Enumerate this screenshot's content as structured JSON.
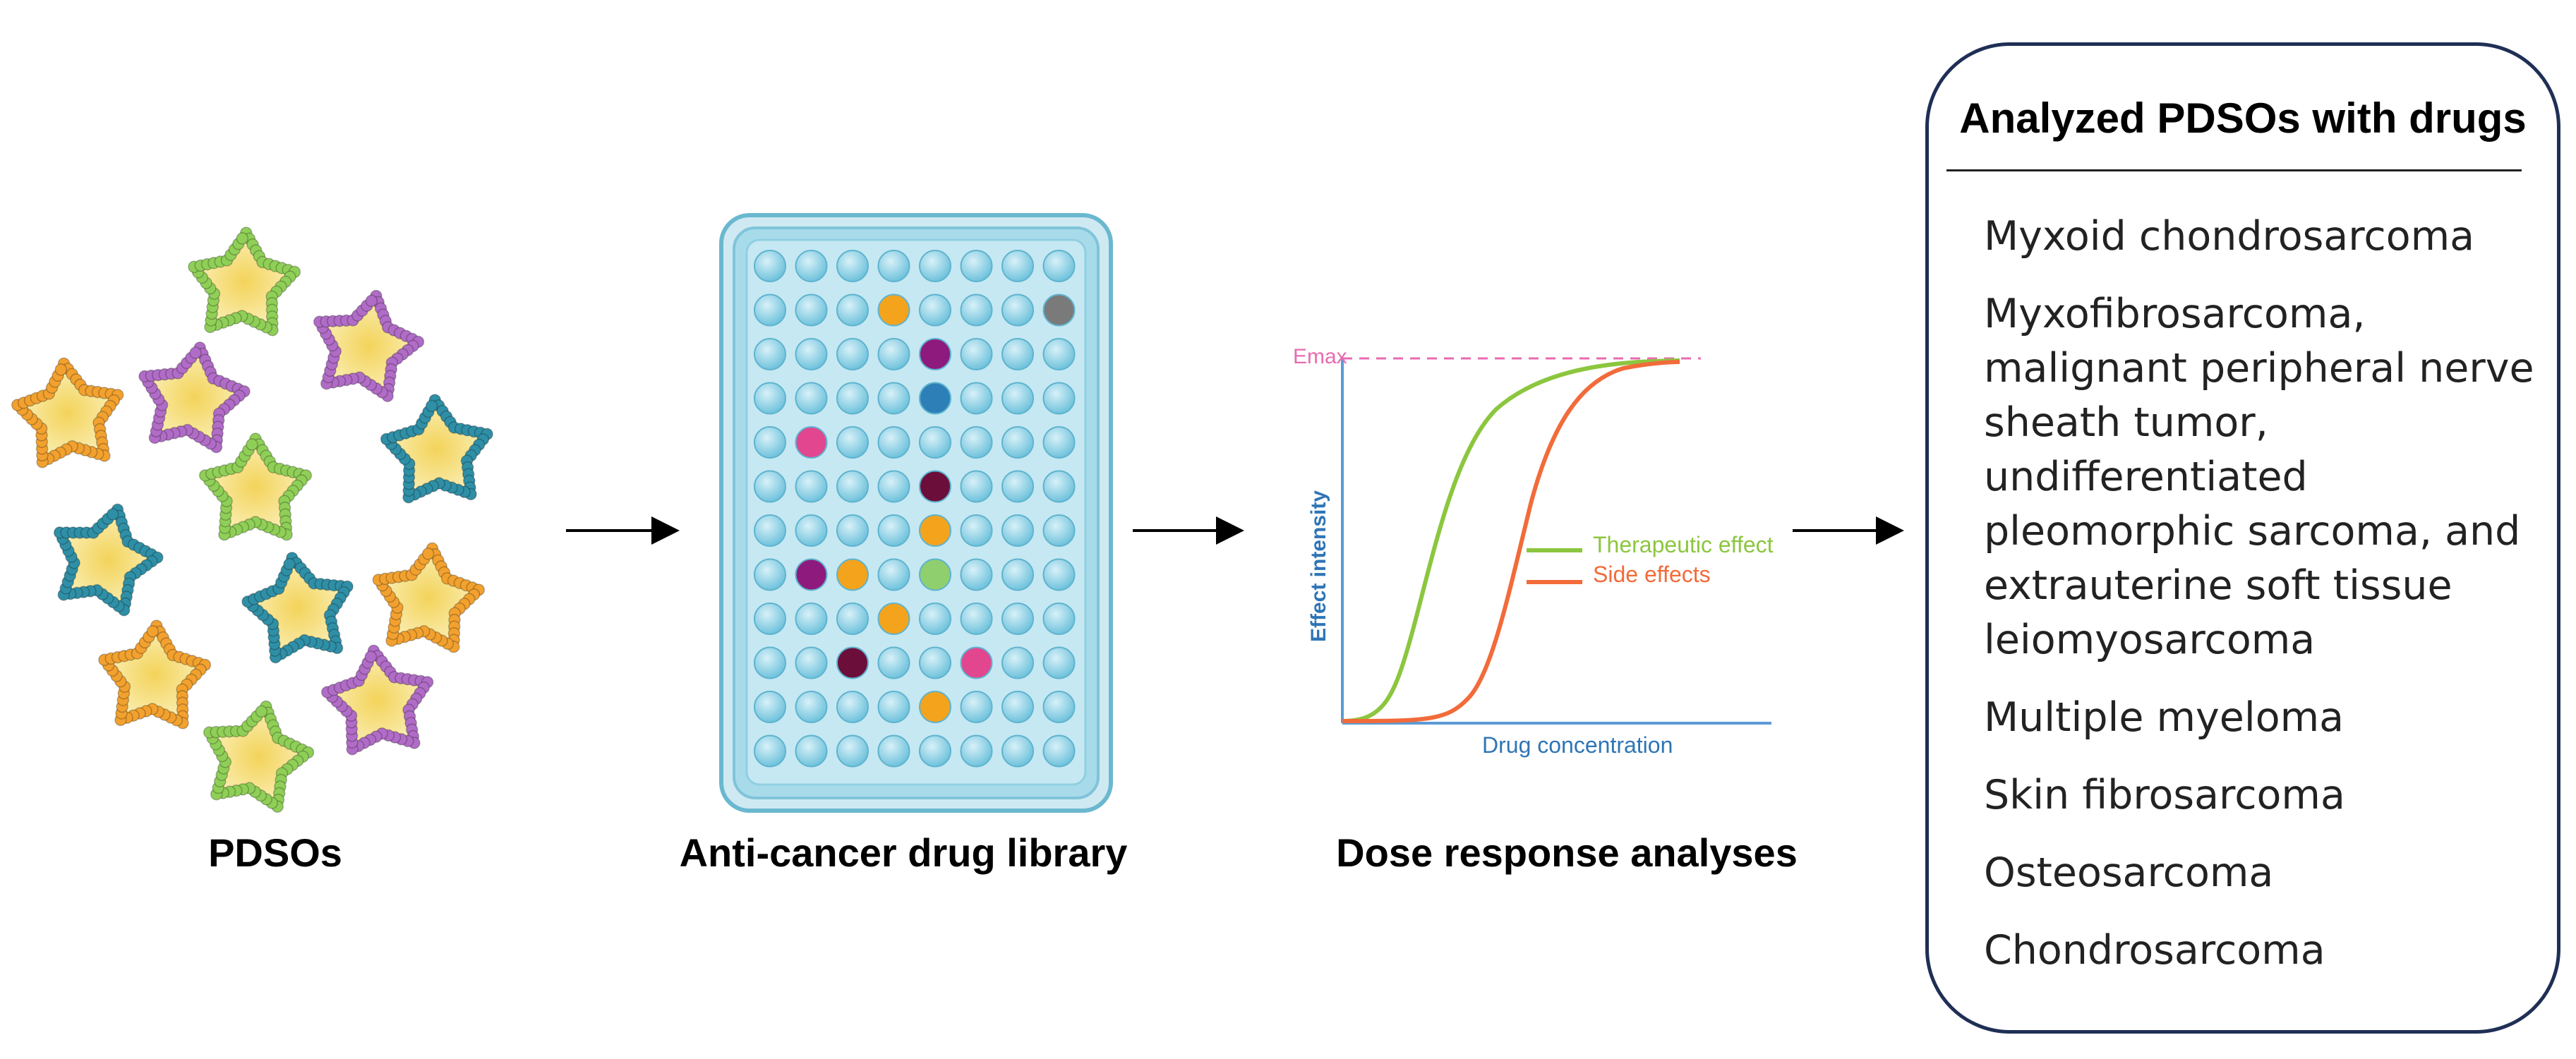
{
  "steps": {
    "pdsos_label": "PDSOs",
    "library_label": "Anti-cancer drug library",
    "dose_label": "Dose response analyses"
  },
  "dose_chart": {
    "emax_label": "Emax",
    "y_axis_label": "Effect intensity",
    "x_axis_label": "Drug concentration",
    "legend": [
      {
        "label": "Therapeutic effect",
        "color": "#8cc63f"
      },
      {
        "label": "Side effects",
        "color": "#f26b3a"
      }
    ],
    "axis_color": "#5b9bd5",
    "emax_line_color": "#e86bb0"
  },
  "results": {
    "title": "Analyzed PDSOs with drugs",
    "items": [
      "Myxoid chondrosarcoma",
      "Myxofibrosarcoma, malignant peripheral nerve sheath tumor, undifferentiated pleomorphic sarcoma, and extrauterine soft tissue leiomyosarcoma",
      "Multiple myeloma",
      "Skin fibrosarcoma",
      "Osteosarcoma",
      "Chondrosarcoma"
    ]
  },
  "colors": {
    "star_fill": "#f7e79a",
    "bead_green": "#8fcf57",
    "bead_purple": "#b06cc6",
    "bead_orange": "#f2a12f",
    "bead_teal": "#2f8fa6",
    "plate_border": "#6ab8cf",
    "plate_fill": "#a8dbea",
    "well_fill": "#7fcbe3",
    "arrow": "#000000"
  },
  "plate": {
    "rows": 12,
    "cols": 8,
    "colored_wells": [
      {
        "row": 1,
        "col": 3,
        "color": "#f4a31d"
      },
      {
        "row": 1,
        "col": 7,
        "color": "#7a7a7a"
      },
      {
        "row": 2,
        "col": 4,
        "color": "#8e1a7d"
      },
      {
        "row": 3,
        "col": 4,
        "color": "#2d7fb8"
      },
      {
        "row": 4,
        "col": 1,
        "color": "#e2468f"
      },
      {
        "row": 5,
        "col": 4,
        "color": "#6b0f3a"
      },
      {
        "row": 6,
        "col": 4,
        "color": "#f4a31d"
      },
      {
        "row": 7,
        "col": 1,
        "color": "#8e1a7d"
      },
      {
        "row": 7,
        "col": 2,
        "color": "#f4a31d"
      },
      {
        "row": 7,
        "col": 4,
        "color": "#8fcf6e"
      },
      {
        "row": 8,
        "col": 3,
        "color": "#f4a31d"
      },
      {
        "row": 9,
        "col": 2,
        "color": "#6b0f3a"
      },
      {
        "row": 9,
        "col": 5,
        "color": "#e2468f"
      },
      {
        "row": 10,
        "col": 4,
        "color": "#f4a31d"
      }
    ]
  }
}
